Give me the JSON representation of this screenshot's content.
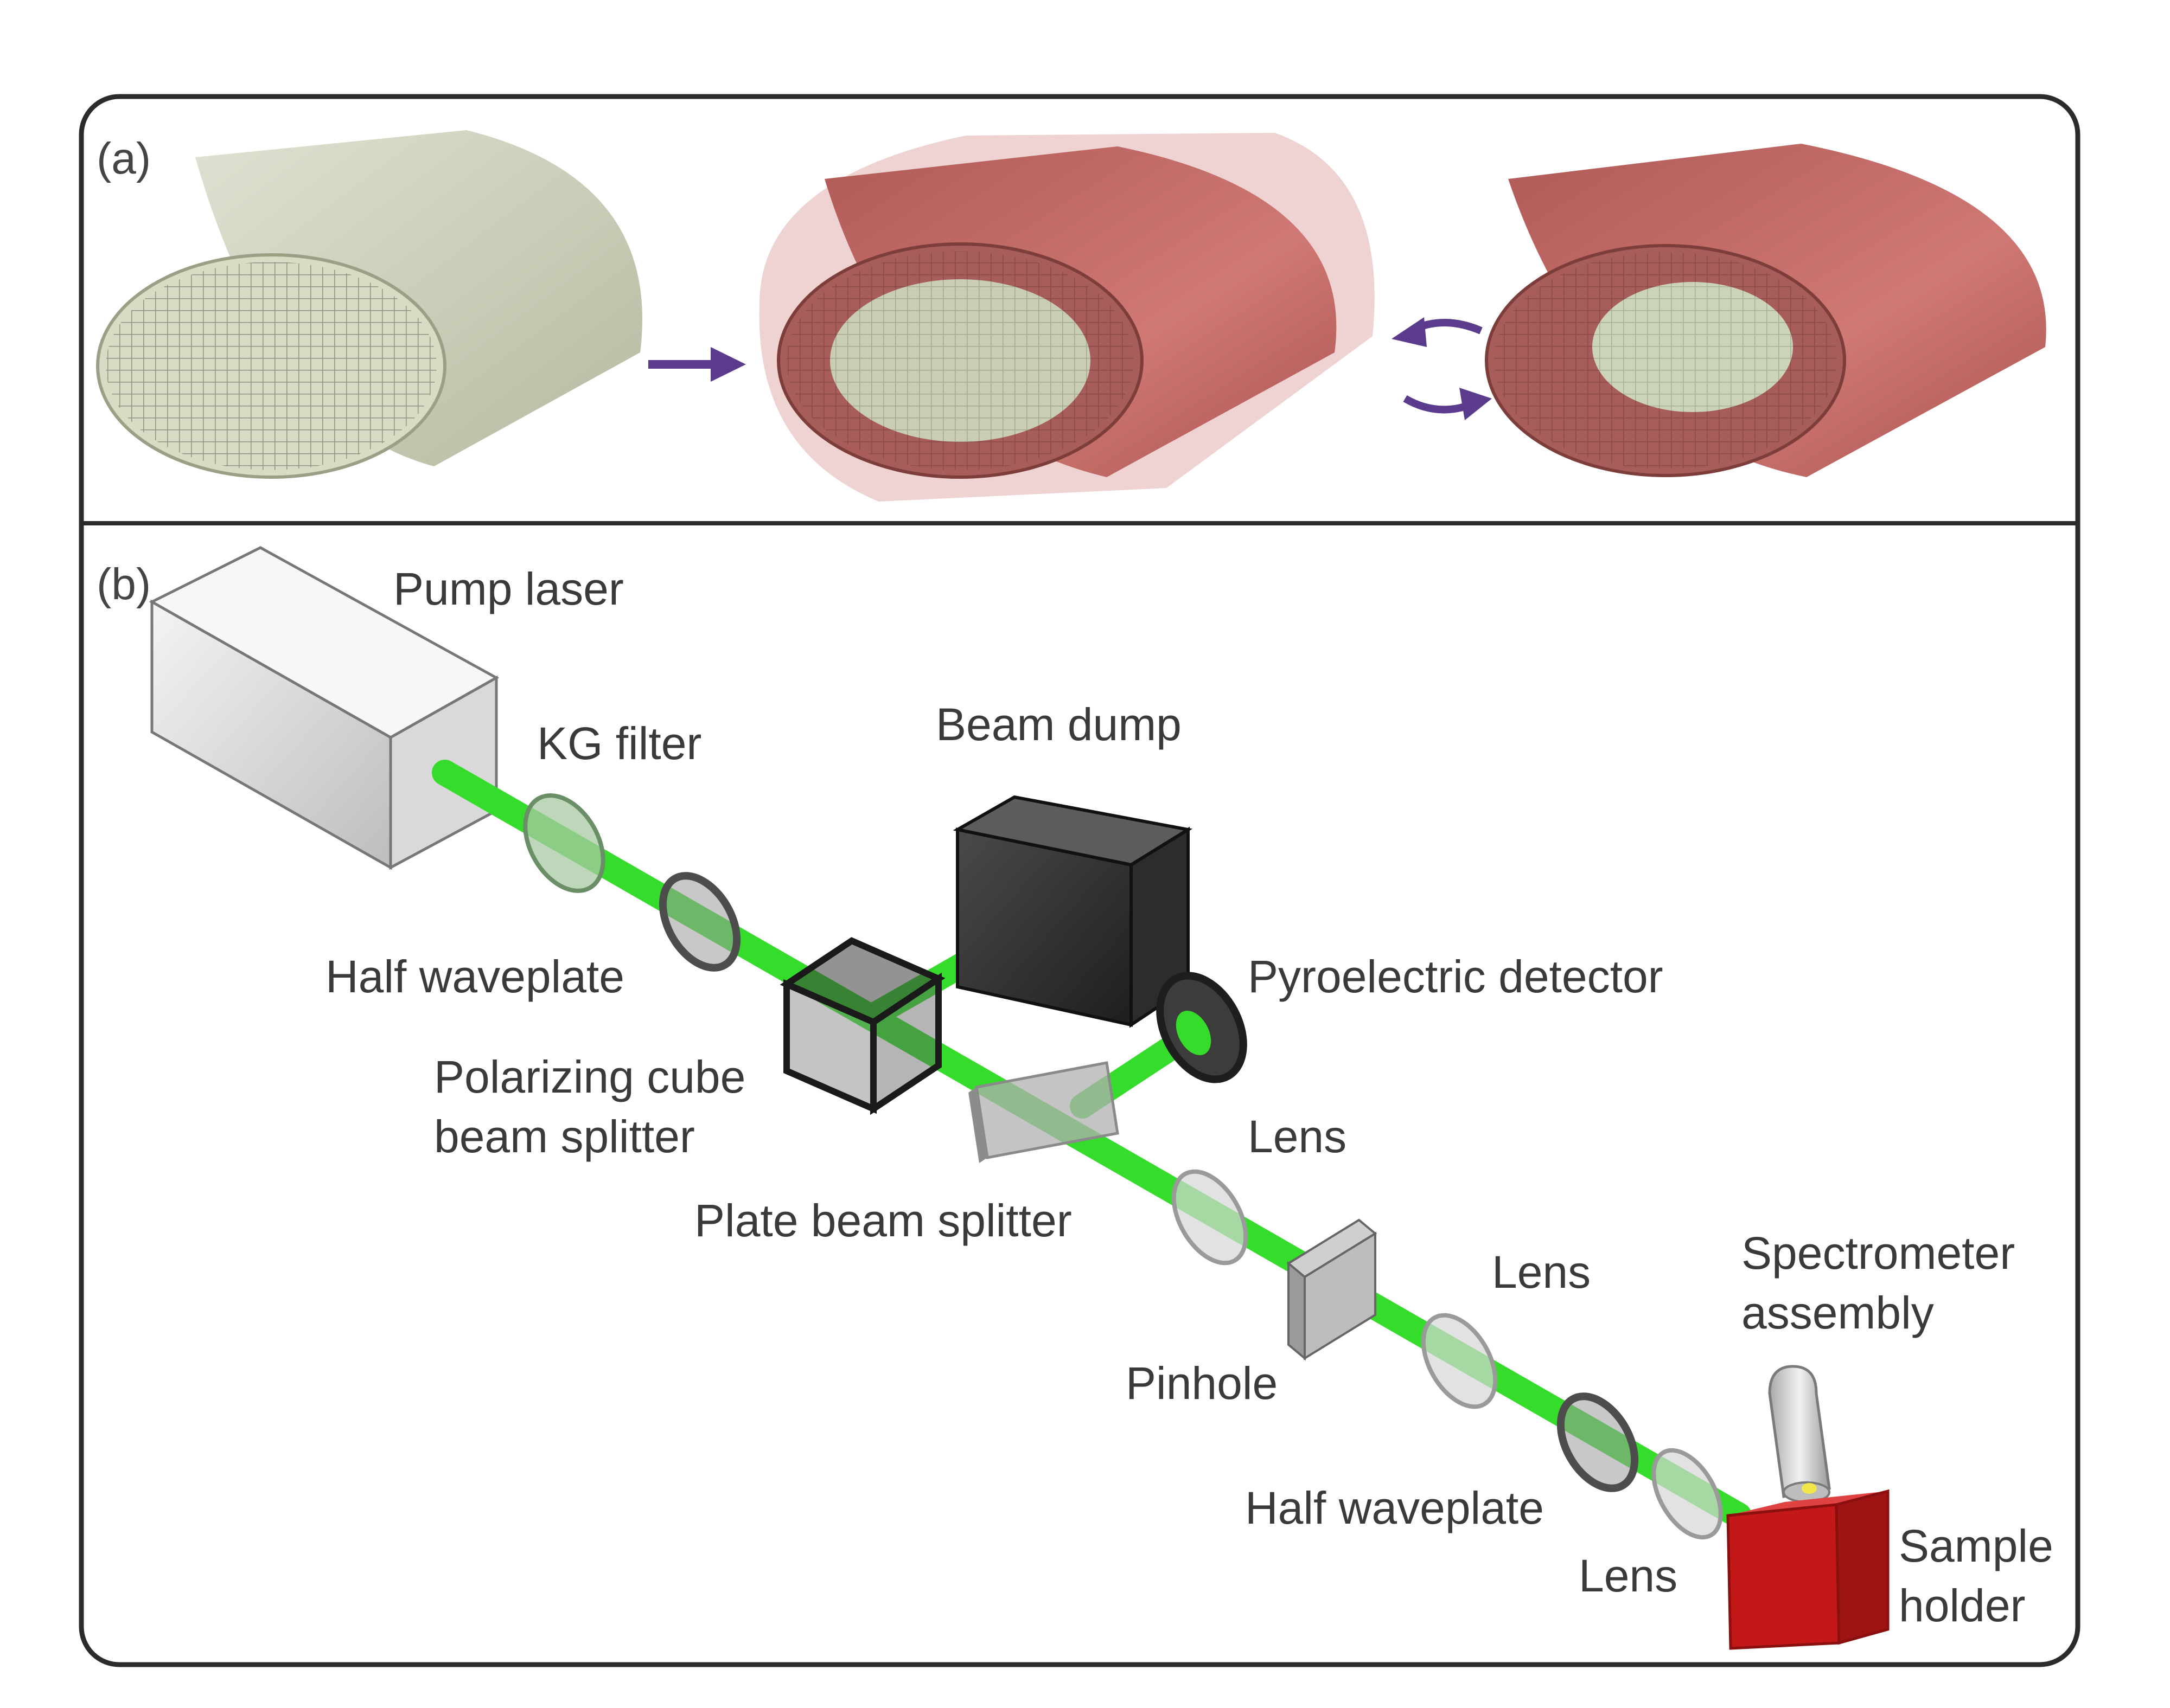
{
  "figure": {
    "panel_a": {
      "label": "(a)"
    },
    "panel_b": {
      "label": "(b)",
      "components": {
        "pump_laser": "Pump laser",
        "kg_filter": "KG filter",
        "beam_dump": "Beam dump",
        "half_waveplate_1": "Half waveplate",
        "pyroelectric_detector": "Pyroelectric detector",
        "polarizing_cube_line1": "Polarizing cube",
        "polarizing_cube_line2": "beam splitter",
        "lens_1": "Lens",
        "plate_beam_splitter": "Plate beam splitter",
        "lens_2": "Lens",
        "spectrometer_line1": "Spectrometer",
        "spectrometer_line2": "assembly",
        "pinhole": "Pinhole",
        "half_waveplate_2": "Half waveplate",
        "sample_holder_line1": "Sample",
        "sample_holder_line2": "holder",
        "lens_3": "Lens"
      }
    }
  },
  "colors": {
    "beam": "#35dc2c",
    "frame": "#2b2b2b",
    "cylinder_gray": "#c9ccb6",
    "cylinder_red": "#c8726c",
    "arrow": "#5b3c8c",
    "sample_holder": "#c21818"
  }
}
